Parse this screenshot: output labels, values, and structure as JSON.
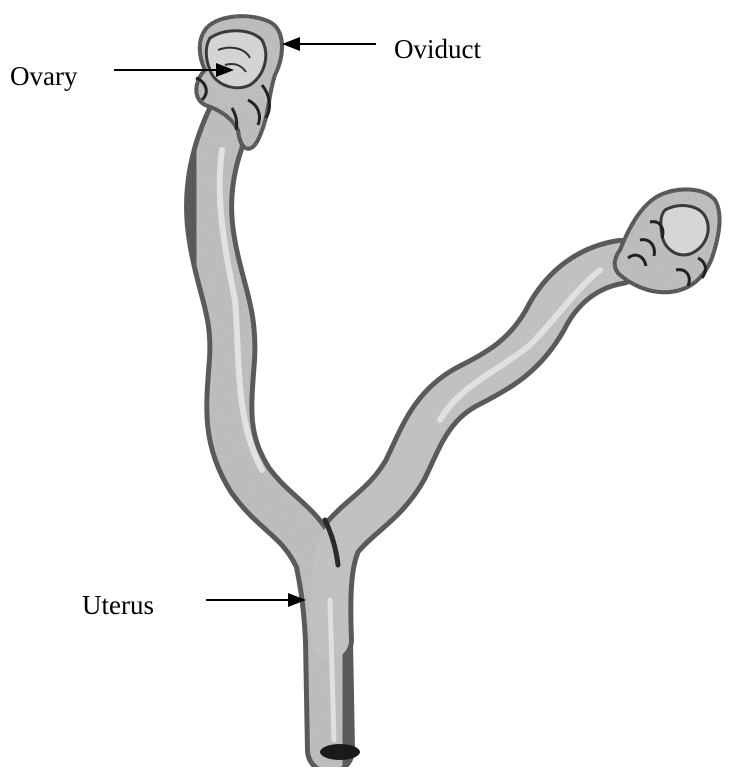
{
  "labels": {
    "ovary": "Ovary",
    "oviduct": "Oviduct",
    "uterus": "Uterus"
  },
  "colors": {
    "ink": "#000000",
    "tissue": "#bdbdbd",
    "tissue_dark": "#7a7a7a",
    "background": "#ffffff"
  }
}
